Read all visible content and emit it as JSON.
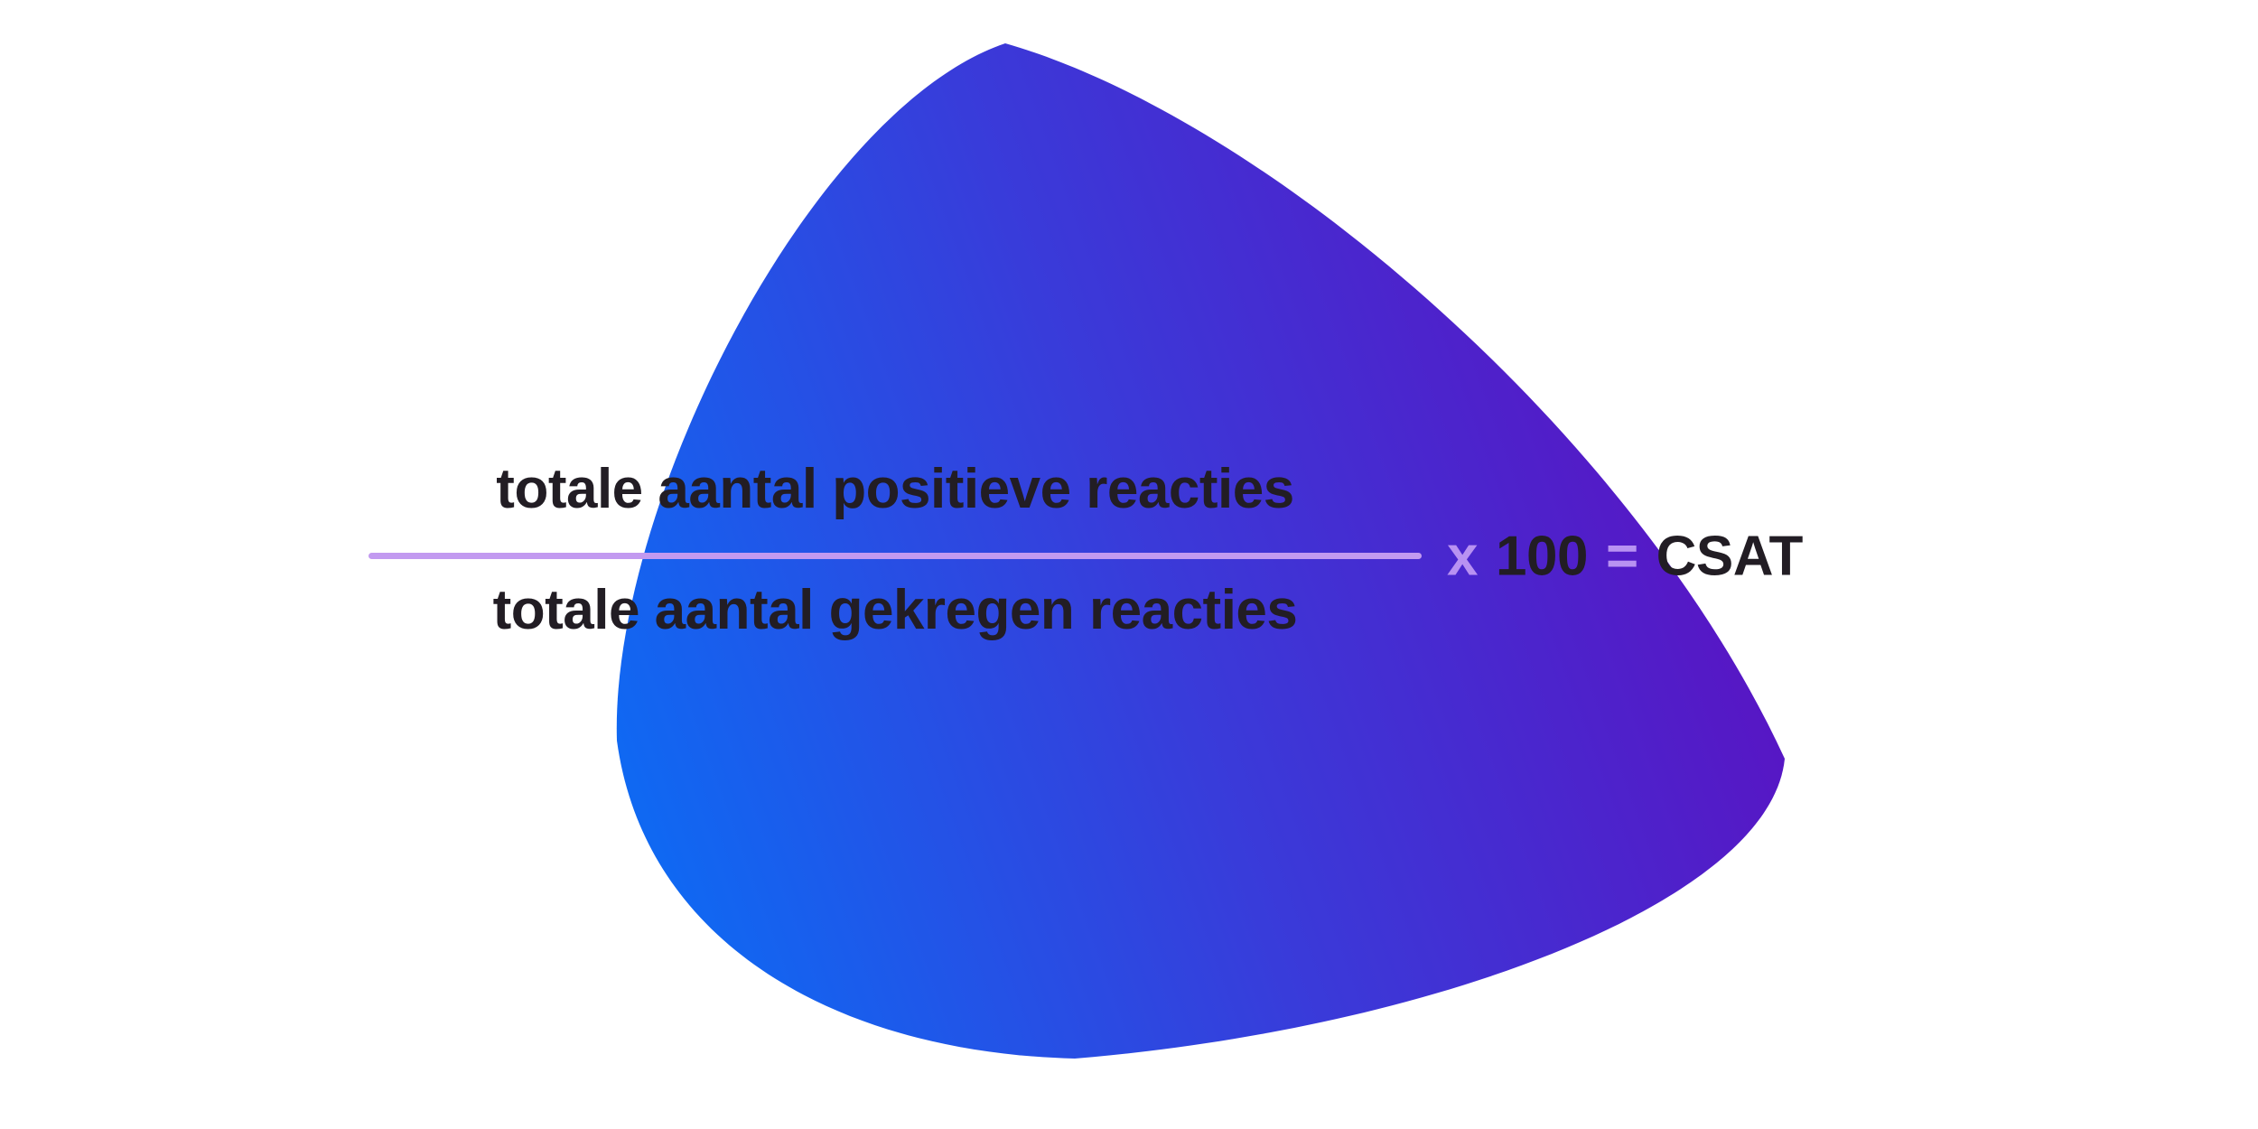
{
  "formula": {
    "numerator": "totale aantal positieve reacties",
    "denominator": "totale aantal gekregen reacties",
    "multiply_sign": "x",
    "multiplier": "100",
    "equals_sign": "=",
    "result": "CSAT"
  },
  "colors": {
    "background": "#ffffff",
    "text": "#221d24",
    "accent": "#b892f2",
    "fraction_line": "#c29af0",
    "blob_blue": "#0b6df5",
    "blob_indigo": "#3a3ad9",
    "blob_purple": "#5d0fc0"
  }
}
